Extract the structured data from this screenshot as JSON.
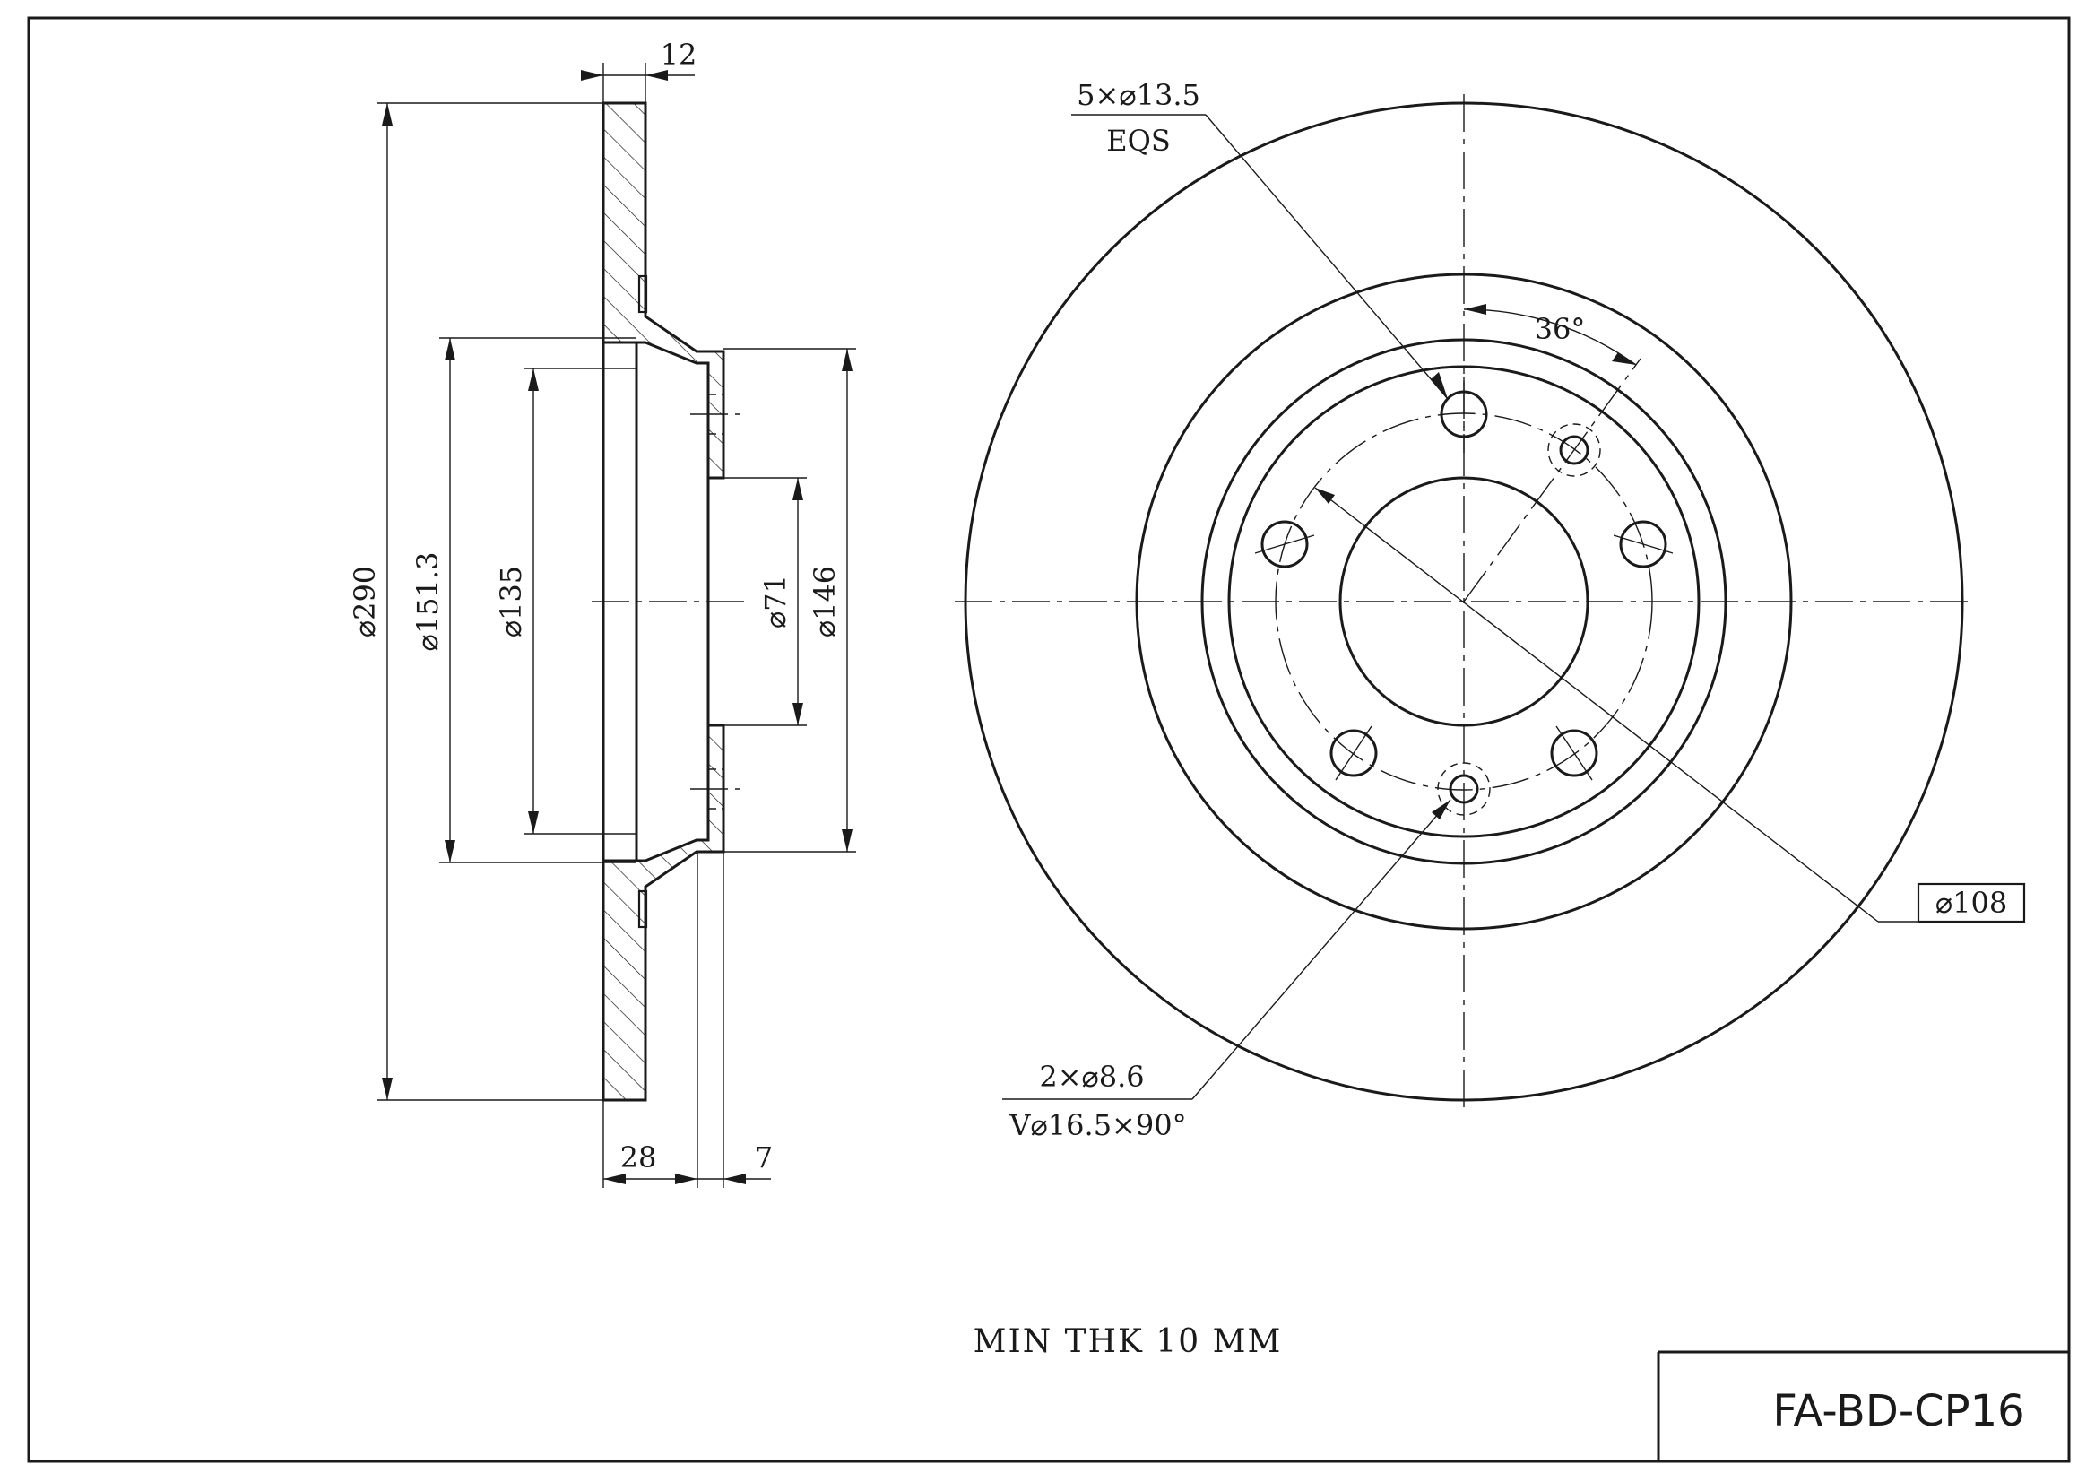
{
  "side_view": {
    "dims": {
      "thickness_top": "12",
      "outer_diameter": "⌀290",
      "hat_diameter": "⌀151.3",
      "bore_inner": "⌀135",
      "center_bore": "⌀71",
      "hub_face": "⌀146",
      "hat_height": "28",
      "hub_thickness": "7"
    }
  },
  "front_view": {
    "callouts": {
      "bolt_holes": "5×⌀13.5",
      "bolt_holes_note": "EQS",
      "angle": "36°",
      "pcd": "⌀108",
      "screw_holes": "2×⌀8.6",
      "screw_holes_note": "V⌀16.5×90°"
    },
    "bolt_count": 5,
    "bolt_angle_deg": 36
  },
  "notes": {
    "min_thickness": "MIN THK 10 MM"
  },
  "title_block": {
    "part_number": "FA-BD-CP16"
  },
  "colors": {
    "ink": "#1a1a1a",
    "paper": "#ffffff"
  }
}
